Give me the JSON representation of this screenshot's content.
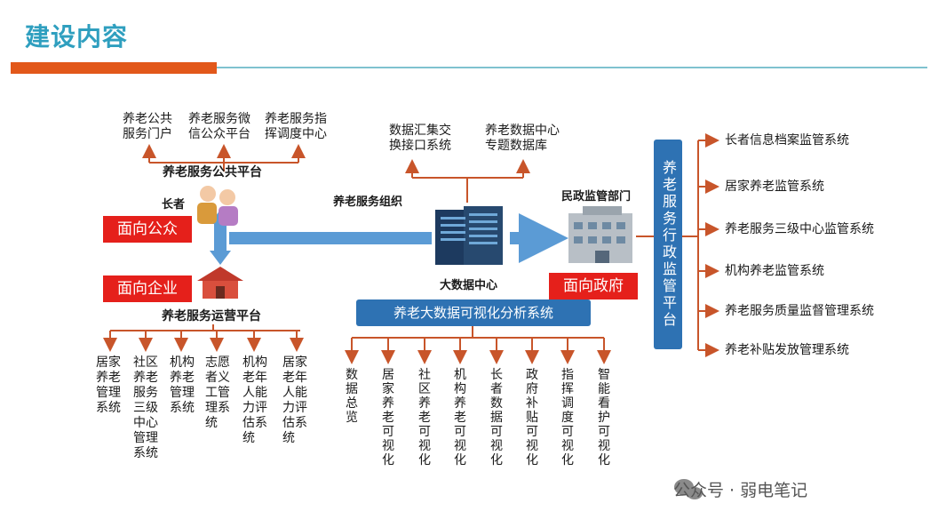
{
  "header": {
    "title": "建设内容"
  },
  "public_platform": {
    "label": "养老服务公共平台",
    "items": [
      "养老公共\n服务门户",
      "养老服务微\n信公众平台",
      "养老服务指\n挥调度中心"
    ]
  },
  "elder_label": "长者",
  "service_org_label": "养老服务组织",
  "audience": {
    "public": "面向公众",
    "enterprise": "面向企业",
    "government": "面向政府"
  },
  "ops_platform": {
    "label": "养老服务运营平台",
    "items": [
      "居家\n养老\n管理\n系统",
      "社区\n养老\n服务\n三级\n中心\n管理\n系统",
      "机构\n养老\n管理\n系统",
      "志愿\n者义\n工管\n理系\n统",
      "机构\n老年\n人能\n力评\n估系\n统",
      "居家\n老年\n人能\n力评\n估系\n统"
    ]
  },
  "data_center": {
    "label": "大数据中心",
    "top_items": [
      "数据汇集交\n换接口系统",
      "养老数据中心\n专题数据库"
    ],
    "analysis_system": "养老大数据可视化分析系统",
    "vis_items": [
      "数据总览",
      "居家养老可视化",
      "社区养老可视化",
      "机构养老可视化",
      "长者数据可视化",
      "政府补贴可视化",
      "指挥调度可视化",
      "智能看护可视化"
    ]
  },
  "gov": {
    "label": "民政监管部门",
    "platform": "养老服务行政监管平台",
    "systems": [
      "长者信息档案监管系统",
      "居家养老监管系统",
      "养老服务三级中心监管系统",
      "机构养老监管系统",
      "养老服务质量监督管理系统",
      "养老补贴发放管理系统"
    ]
  },
  "watermark": "公众号 · 弱电笔记",
  "colors": {
    "accent_orange": "#e2581a",
    "title_teal": "#2f9fbf",
    "box_blue": "#2e72b3",
    "label_red": "#e5201b",
    "arrow_blue": "#5b9bd5",
    "line_orange": "#c8552a"
  }
}
